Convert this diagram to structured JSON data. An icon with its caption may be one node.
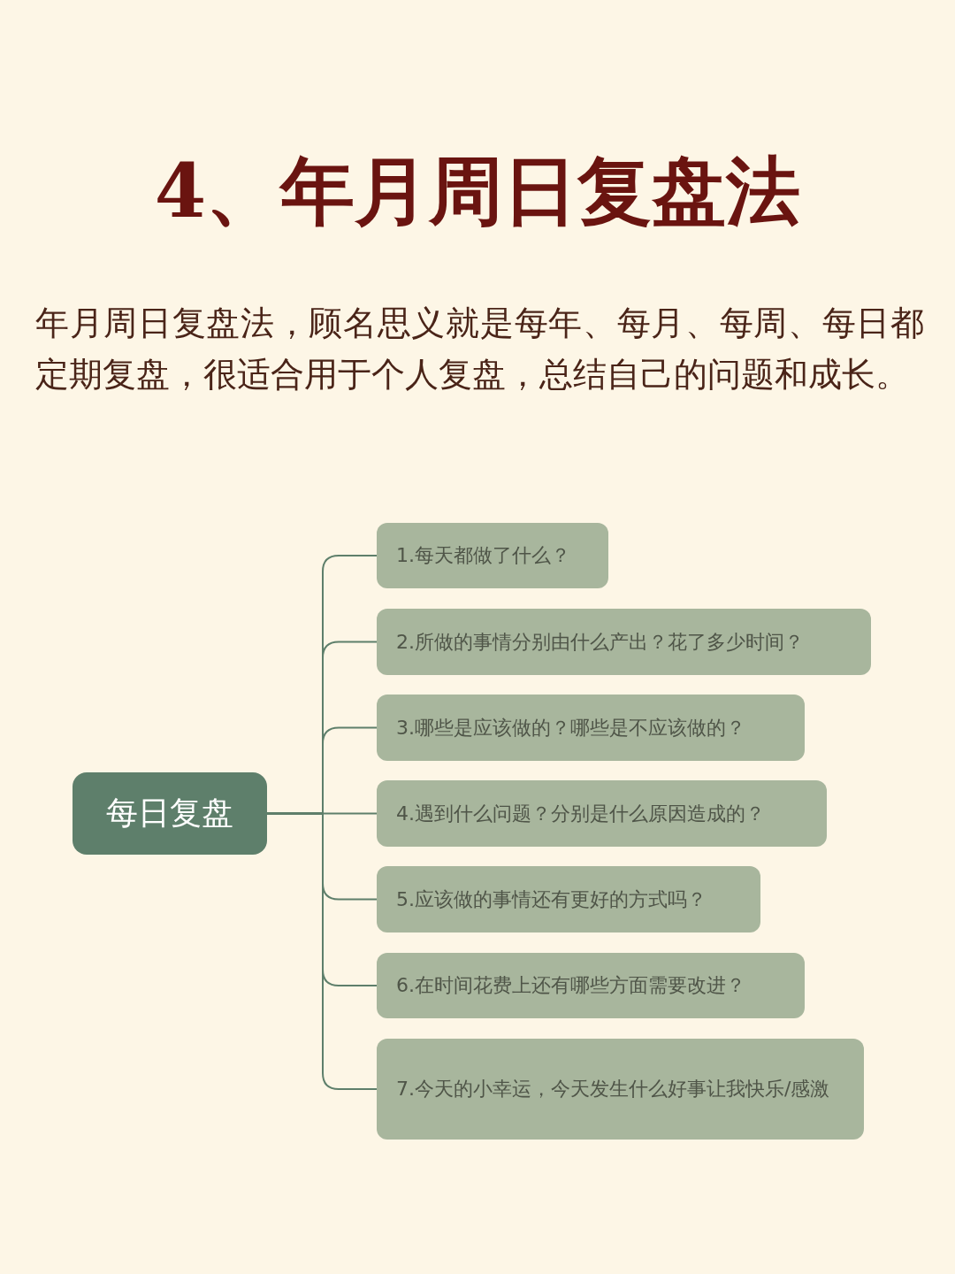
{
  "diagram": {
    "title": "4、年月周日复盘法",
    "caption": "年月周日复盘法，顾名思义就是每年、每月、每周、每日都定期复盘，很适合用于个人复盘，总结自己的问题和成长。",
    "nodes": [
      {
        "text": [
          "每日复盘"
        ]
      },
      {
        "text": [
          "1.每天都做了什么？"
        ]
      },
      {
        "text": [
          "2.所做的事情分别由什么产出？花了多少时间？"
        ]
      },
      {
        "text": [
          "3.哪些是应该做的？哪些是不应该做的？"
        ]
      },
      {
        "text": [
          "4.遇到什么问题？分别是什么原因造成的？"
        ]
      },
      {
        "text": [
          "5.应该做的事情还有更好的方式吗？"
        ]
      },
      {
        "text": [
          "6.在时间花费上还有哪些方面需要改进？"
        ]
      },
      {
        "text": [
          "7.今天的小幸运，今天发生什么好事让我快乐/感激"
        ]
      }
    ],
    "edges": [
      {
        "from": 0,
        "to": 1,
        "arrow": "none"
      },
      {
        "from": 0,
        "to": 2,
        "arrow": "none"
      },
      {
        "from": 0,
        "to": 3,
        "arrow": "none"
      },
      {
        "from": 0,
        "to": 4,
        "arrow": "none"
      },
      {
        "from": 0,
        "to": 5,
        "arrow": "none"
      },
      {
        "from": 0,
        "to": 6,
        "arrow": "none"
      },
      {
        "from": 0,
        "to": 7,
        "arrow": "none"
      }
    ]
  }
}
